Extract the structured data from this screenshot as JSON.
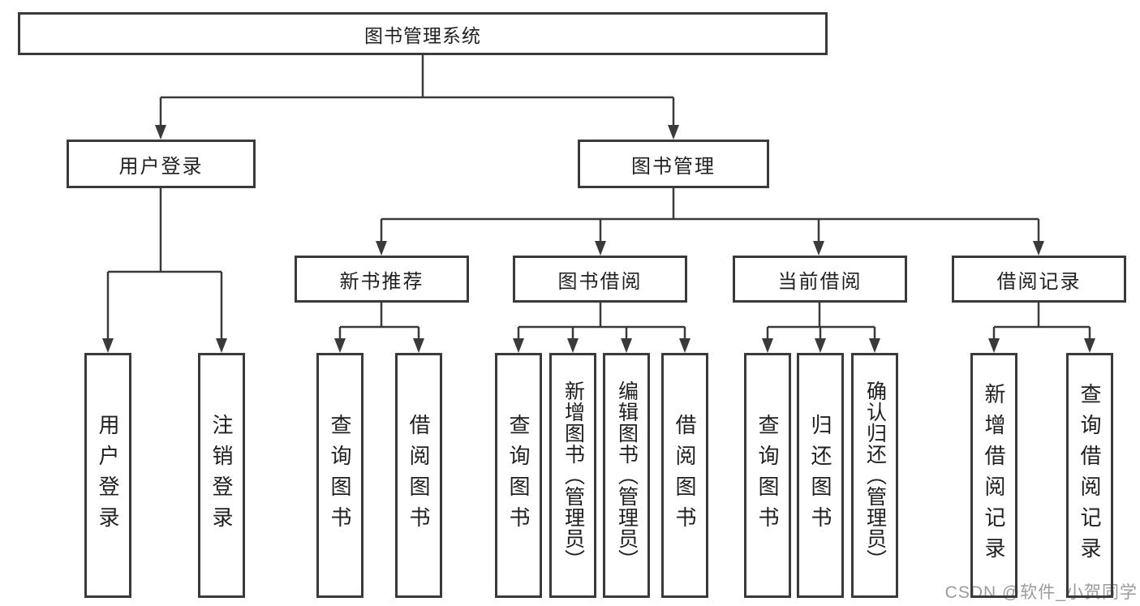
{
  "diagram": {
    "root": {
      "label": "图书管理系统"
    },
    "level2": [
      {
        "id": "user-login",
        "label": "用户登录",
        "parent": "root"
      },
      {
        "id": "book-management",
        "label": "图书管理",
        "parent": "root"
      }
    ],
    "level3": [
      {
        "id": "new-book-recommend",
        "label": "新书推荐",
        "parent": "book-management"
      },
      {
        "id": "book-borrow",
        "label": "图书借阅",
        "parent": "book-management"
      },
      {
        "id": "current-borrow",
        "label": "当前借阅",
        "parent": "book-management"
      },
      {
        "id": "borrow-records",
        "label": "借阅记录",
        "parent": "book-management"
      }
    ],
    "leaves": [
      {
        "label": "用户登录",
        "parent": "user-login"
      },
      {
        "label": "注销登录",
        "parent": "user-login"
      },
      {
        "label": "查询图书",
        "parent": "new-book-recommend"
      },
      {
        "label": "借阅图书",
        "parent": "new-book-recommend"
      },
      {
        "label": "查询图书",
        "parent": "book-borrow"
      },
      {
        "label": "新增图书（管理员）",
        "parent": "book-borrow"
      },
      {
        "label": "编辑图书（管理员）",
        "parent": "book-borrow"
      },
      {
        "label": "借阅图书",
        "parent": "book-borrow"
      },
      {
        "label": "查询图书",
        "parent": "current-borrow"
      },
      {
        "label": "归还图书",
        "parent": "current-borrow"
      },
      {
        "label": "确认归还（管理员）",
        "parent": "current-borrow"
      },
      {
        "label": "新增借阅记录",
        "parent": "borrow-records"
      },
      {
        "label": "查询借阅记录",
        "parent": "borrow-records"
      }
    ],
    "colors": {
      "line": "#3a3a3a",
      "box_border": "#3a3a3a",
      "text": "#1f1f1f",
      "background": "#ffffff",
      "watermark": "#9b9b9b"
    }
  },
  "watermark": {
    "text": "CSDN @软件_小贺同学"
  }
}
